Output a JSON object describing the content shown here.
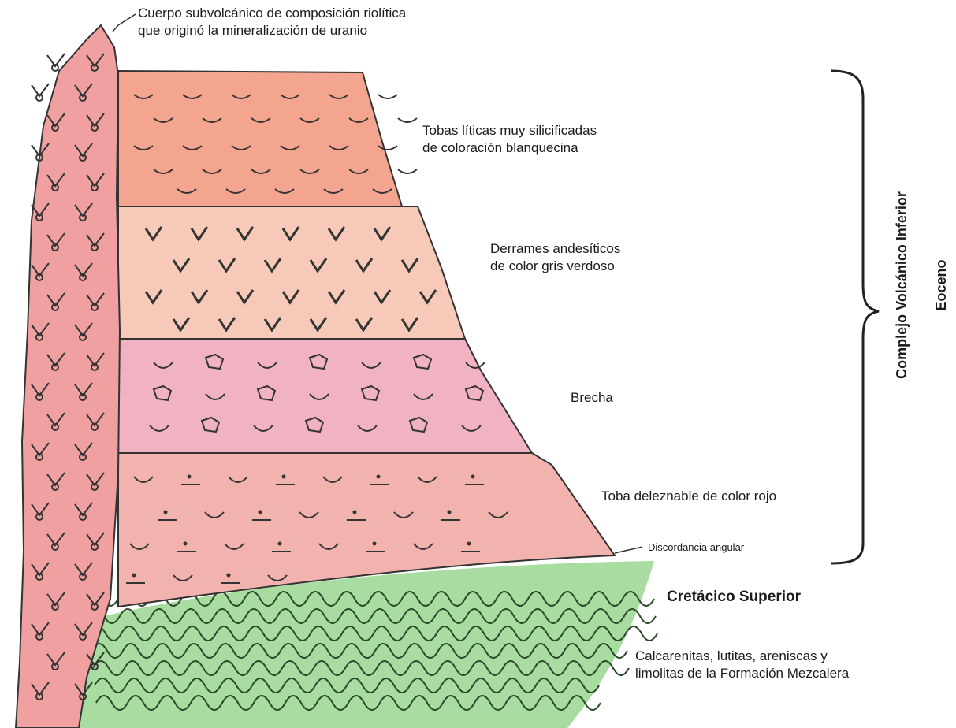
{
  "labels": {
    "subvolcanic": {
      "line1": "Cuerpo subvolcánico de composición riolítica",
      "line2": "que originó la mineralización de uranio"
    },
    "tobas_liticas": {
      "line1": "Tobas líticas muy silicificadas",
      "line2": "de coloración blanquecina"
    },
    "derrames": {
      "line1": "Derrames andesíticos",
      "line2": "de color gris verdoso"
    },
    "brecha": "Brecha",
    "toba_roja": "Toba deleznable de color rojo",
    "discordancia": "Discordancia angular",
    "cretacico": "Cretácico Superior",
    "calcarenitas": {
      "line1": "Calcarenitas, lutitas, areniscas y",
      "line2": "limolitas de la Formación Mezcalera"
    },
    "complejo": "Complejo Volcánico Inferior",
    "eoceno": "Eoceno"
  },
  "colors": {
    "rhyolite": "#f0a0a0",
    "tobas": "#f3a58f",
    "derrames": "#f6c9b8",
    "brecha": "#f1b3c2",
    "toba_roja": "#f2b2ad",
    "cretaceous": "#a8dca0",
    "ink": "#2a2a2a"
  }
}
